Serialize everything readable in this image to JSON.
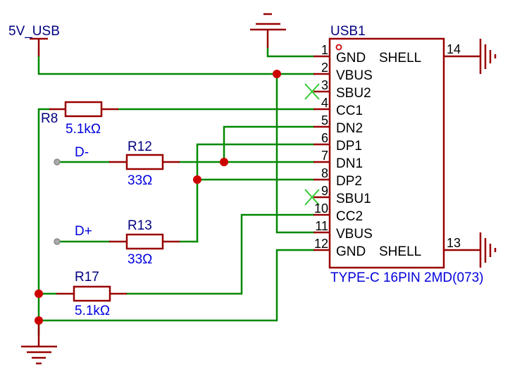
{
  "schematic": {
    "power_net": {
      "name": "5V_USB"
    },
    "connector": {
      "designator": "USB1",
      "part": "TYPE-C 16PIN 2MD(073)",
      "pins_left": [
        {
          "num": "1",
          "name": "GND"
        },
        {
          "num": "2",
          "name": "VBUS"
        },
        {
          "num": "3",
          "name": "SBU2",
          "no_connect": true
        },
        {
          "num": "4",
          "name": "CC1"
        },
        {
          "num": "5",
          "name": "DN2"
        },
        {
          "num": "6",
          "name": "DP1"
        },
        {
          "num": "7",
          "name": "DN1"
        },
        {
          "num": "8",
          "name": "DP2"
        },
        {
          "num": "9",
          "name": "SBU1",
          "no_connect": true
        },
        {
          "num": "10",
          "name": "CC2"
        },
        {
          "num": "11",
          "name": "VBUS"
        },
        {
          "num": "12",
          "name": "GND"
        }
      ],
      "pins_right": [
        {
          "num": "14",
          "name": "SHELL"
        },
        {
          "num": "13",
          "name": "SHELL"
        }
      ]
    },
    "resistors": [
      {
        "designator": "R8",
        "value": "5.1kΩ"
      },
      {
        "designator": "R12",
        "value": "33Ω"
      },
      {
        "designator": "R13",
        "value": "33Ω"
      },
      {
        "designator": "R17",
        "value": "5.1kΩ"
      }
    ],
    "ports": [
      {
        "name": "D-"
      },
      {
        "name": "D+"
      }
    ],
    "colors": {
      "wire": "#008800",
      "component": "#990000",
      "junction": "#cc0000",
      "label": "#0000dd",
      "no_connect": "#33cc33"
    }
  }
}
